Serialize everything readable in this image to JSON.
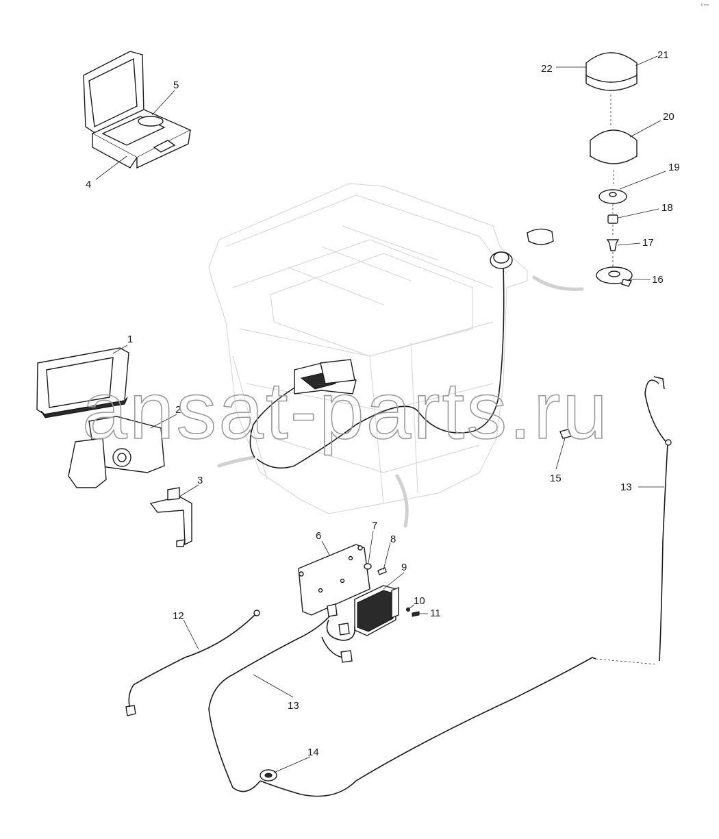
{
  "corner_mark": "ᴮ ᵐᵐ",
  "watermark": "ansat-parts.ru",
  "callouts": [
    {
      "id": "c1",
      "text": "1"
    },
    {
      "id": "c2",
      "text": "2"
    },
    {
      "id": "c3",
      "text": "3"
    },
    {
      "id": "c4",
      "text": "4"
    },
    {
      "id": "c5",
      "text": "5"
    },
    {
      "id": "c6",
      "text": "6"
    },
    {
      "id": "c7",
      "text": "7"
    },
    {
      "id": "c8",
      "text": "8"
    },
    {
      "id": "c9",
      "text": "9"
    },
    {
      "id": "c10",
      "text": "10"
    },
    {
      "id": "c11",
      "text": "11"
    },
    {
      "id": "c12",
      "text": "12"
    },
    {
      "id": "c13a",
      "text": "13"
    },
    {
      "id": "c13b",
      "text": "13"
    },
    {
      "id": "c14",
      "text": "14"
    },
    {
      "id": "c15",
      "text": "15"
    },
    {
      "id": "c16",
      "text": "16"
    },
    {
      "id": "c17",
      "text": "17"
    },
    {
      "id": "c18",
      "text": "18"
    },
    {
      "id": "c19",
      "text": "19"
    },
    {
      "id": "c20",
      "text": "20"
    },
    {
      "id": "c21",
      "text": "21"
    },
    {
      "id": "c22",
      "text": "22"
    }
  ]
}
